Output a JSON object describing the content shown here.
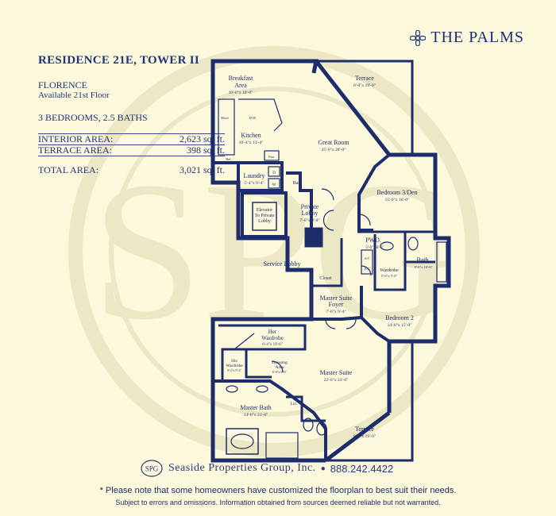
{
  "brand": {
    "name": "THE PALMS",
    "logo_icon": "palm-leaf-icon"
  },
  "residence": {
    "title": "RESIDENCE 21E, TOWER II",
    "name": "FLORENCE",
    "availability": "Available 21st Floor",
    "rooms": "3 BEDROOMS, 2.5 BATHS"
  },
  "areas": {
    "interior_label": "INTERIOR AREA:",
    "interior_value": "2,623 sq. ft.",
    "terrace_label": "TERRACE AREA:",
    "terrace_value": "398 sq. ft.",
    "total_label": "TOTAL AREA:",
    "total_value": "3,021 sq. ft."
  },
  "watermark": "SPG",
  "rooms": {
    "breakfast": "Breakfast",
    "breakfast2": "Area",
    "breakfast_dim": "10'-0\"x 10'-0\"",
    "kitchen": "Kitchen",
    "kitchen_dim": "10'-4\"x 13'-4\"",
    "terrace_top": "Terrace",
    "terrace_top_dim": "8'-0\"x 19'-0\"",
    "great_room": "Great Room",
    "great_room_dim": "25'-0\"x 28'-0\"",
    "laundry": "Laundry",
    "laundry_dim": "5'-4\"x 9'-4\"",
    "bar": "Bar",
    "elevator1": "Elevator",
    "elevator2": "To Private",
    "elevator3": "Lobby",
    "private_lobby1": "Private",
    "private_lobby2": "Lobby",
    "private_lobby_dim": "7'-0\"x 9'-0\"",
    "service_lobby": "Service Lobby",
    "bedroom3": "Bedroom 3/Den",
    "bedroom3_dim": "15'-0\"x 16'-0\"",
    "pwd": "PWD.",
    "pwd_dim": "5'-0\"x 8'-6\"",
    "wardrobe": "Wardrobe",
    "wardrobe_dim": "5'-0\"x 5'-0\"",
    "bath": "Bath",
    "bath_dim": "8'-6\"x 10'-6\"",
    "closet": "Closet",
    "foyer1": "Master Suite",
    "foyer2": "Foyer",
    "foyer_dim": "7'-0\"x 9'-4\"",
    "bedroom2": "Bedroom 2",
    "bedroom2_dim": "14'-0\"x 15'-0\"",
    "her_wardrobe1": "Her",
    "her_wardrobe2": "Wardrobe",
    "her_wardrobe_dim": "6'-4\"x 19'-6\"",
    "his_wardrobe1": "His",
    "his_wardrobe2": "Wardrobe",
    "his_wardrobe_dim": "9'-4\"x 9'-4\"",
    "dressing1": "Dressing",
    "dressing2": "Area",
    "dressing_dim": "6'-0\"x 6'-6\"",
    "master_suite": "Master Suite",
    "master_suite_dim": "22'-0\"x 23'-0\"",
    "master_bath": "Master Bath",
    "master_bath_dim": "14'-0\"x 21'-8\"",
    "lin": "Lin.",
    "terrace_bottom": "Terrace",
    "terrace_bottom_dim": "8'-0\"x 19'-0\"",
    "ac": "A/C",
    "pan": "Pan.",
    "ref": "Ref.",
    "dw": "D/W",
    "micro": "Micro",
    "d": "D",
    "w": "W"
  },
  "company": {
    "logo": "SPG",
    "name": "Seaside Properties Group, Inc.",
    "phone": "888.242.4422"
  },
  "notes": {
    "line1": "* Please note that some homeowners have customized the floorplan to best suit their needs.",
    "line2": "Subject to errors and omissions. Information obtained from sources deemed reliable but not warranted."
  },
  "colors": {
    "background": "#fbf8dc",
    "ink": "#1d2d6b",
    "watermark": "#ebe6c3"
  }
}
